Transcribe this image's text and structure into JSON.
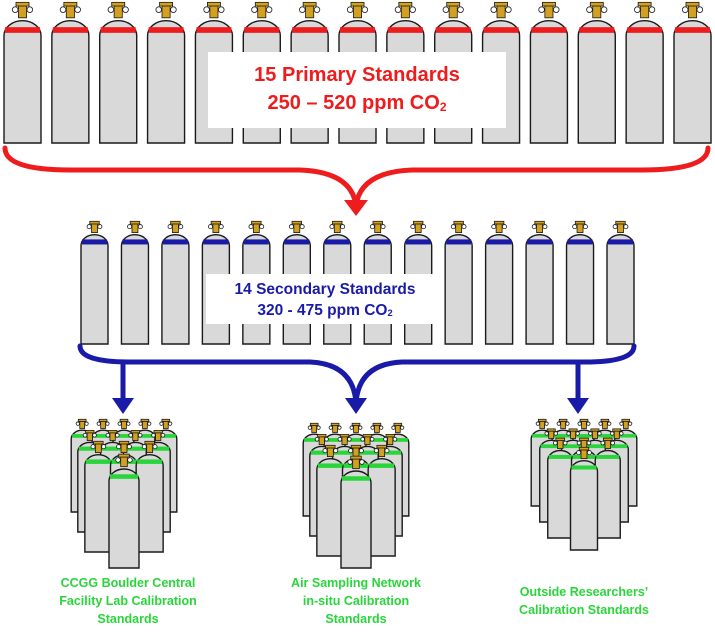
{
  "primary": {
    "title": "15 Primary Standards",
    "range": "250 – 520 ppm CO",
    "subscript": "2",
    "count": 15,
    "band_color": "#ee1c1c"
  },
  "secondary": {
    "title": "14 Secondary Standards",
    "range": "320 - 475 ppm CO",
    "subscript": "2",
    "count": 14,
    "band_color": "#1a1aa8"
  },
  "destinations": [
    {
      "line1": "CCGG Boulder Central",
      "line2": "Facility Lab Calibration",
      "line3": "Standards"
    },
    {
      "line1": "Air Sampling Network",
      "line2": "in-situ Calibration",
      "line3": "Standards"
    },
    {
      "line1": "Outside Researchers’",
      "line2": "Calibration Standards"
    }
  ],
  "colors": {
    "cylinder_fill": "#d9d9d9",
    "cylinder_outline": "#1a1a1a",
    "valve": "#d4a020",
    "destination_band": "#29d63a",
    "primary_brace": "#ee1c1c",
    "secondary_brace": "#1a1aa8"
  },
  "icons": [
    "gas-cylinder-icon",
    "valve-icon",
    "brace-arrow-icon",
    "down-arrow-icon"
  ]
}
